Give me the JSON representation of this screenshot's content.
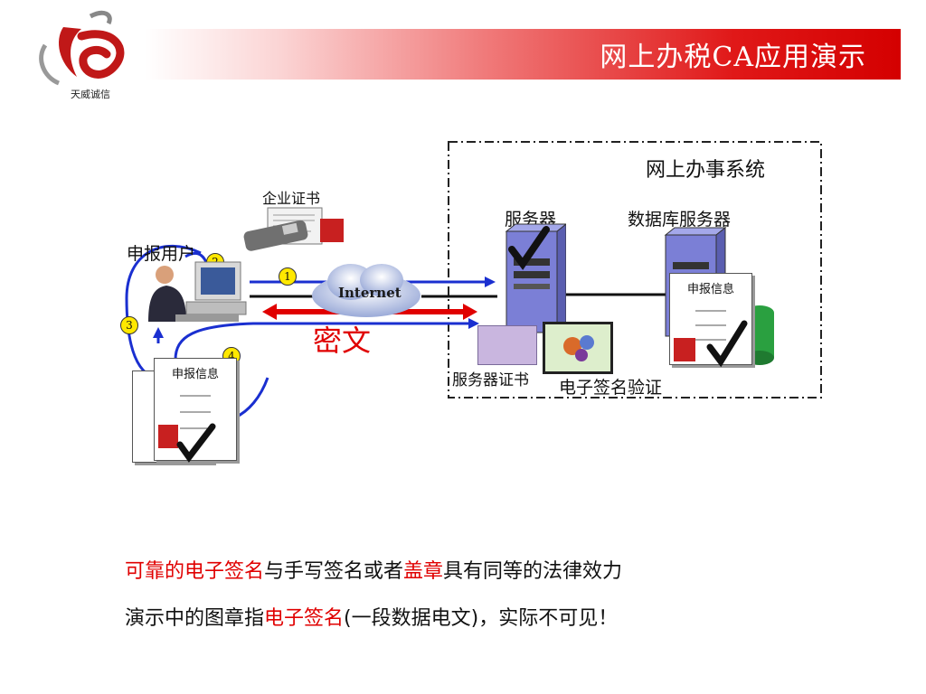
{
  "header": {
    "title": "网上办税CA应用演示"
  },
  "logo": {
    "text": "天威诚信"
  },
  "diagram": {
    "system_box_label": "网上办事系统",
    "server_label": "服务器",
    "db_server_label": "数据库服务器",
    "enterprise_cert_label": "企业证书",
    "user_label": "申报用户",
    "internet_label": "Internet",
    "cipher_label": "密文",
    "server_cert_label": "服务器证书",
    "signature_verify_label": "电子签名验证",
    "declaration_doc_label": "申报信息",
    "steps": [
      "1",
      "2",
      "3",
      "4"
    ]
  },
  "notes": {
    "line1": {
      "red_a": "可靠的电子签名",
      "black_a": "与手写签名或者",
      "red_b": "盖章",
      "black_b": "具有同等的法律效力"
    },
    "line2": {
      "black_a": "演示中的图章指",
      "red_a": "电子签名",
      "black_b": "(一段数据电文)，实际不可见！"
    }
  },
  "colors": {
    "header_red": "#d40000",
    "arrow_blue": "#1a2fd0",
    "cipher_red": "#e00000",
    "server_purple": "#7b7fd6",
    "step_badge": "#ffe800"
  }
}
